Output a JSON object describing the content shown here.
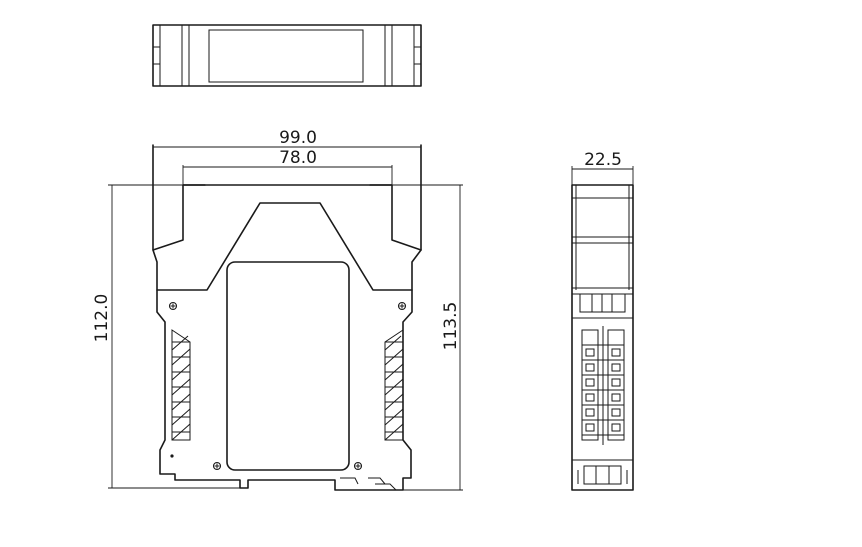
{
  "dimensions": {
    "overall_width": "99.0",
    "inner_width": "78.0",
    "overall_height": "112.0",
    "total_height": "113.5",
    "side_width": "22.5"
  }
}
